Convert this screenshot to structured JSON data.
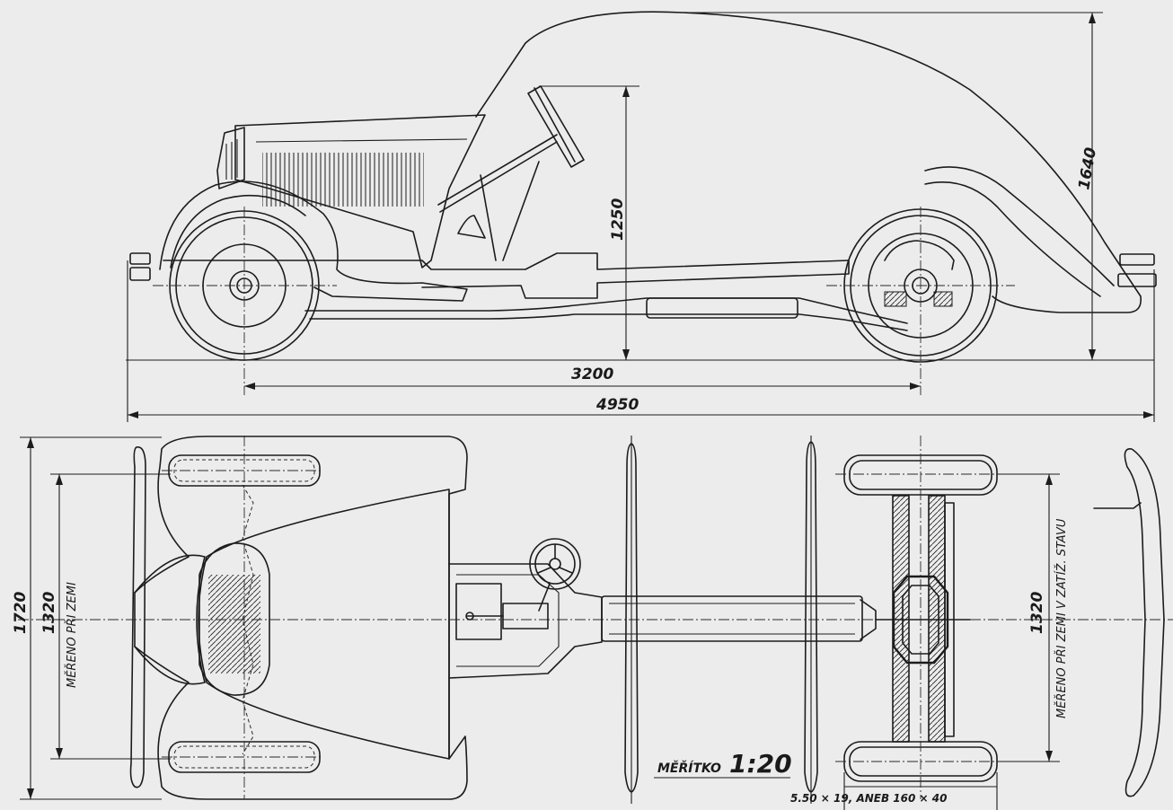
{
  "dimensions": {
    "height_to_steering": "1250",
    "overall_height": "1640",
    "wheelbase": "3200",
    "overall_length": "4950",
    "overall_width": "1720",
    "front_track": "1320",
    "rear_track": "1320"
  },
  "notes": {
    "front_track_note": "MĚŘENO PŘI ZEMI",
    "rear_track_note": "MĚŘENO PŘI ZEMI V ZATÍŽ. STAVU",
    "tyre_size": "5.50 × 19, ANEB 160 × 40"
  },
  "scale": {
    "label": "MĚŘÍTKO",
    "value": "1:20"
  },
  "colors": {
    "paper": "#ececec",
    "ink": "#1c1c1c"
  }
}
